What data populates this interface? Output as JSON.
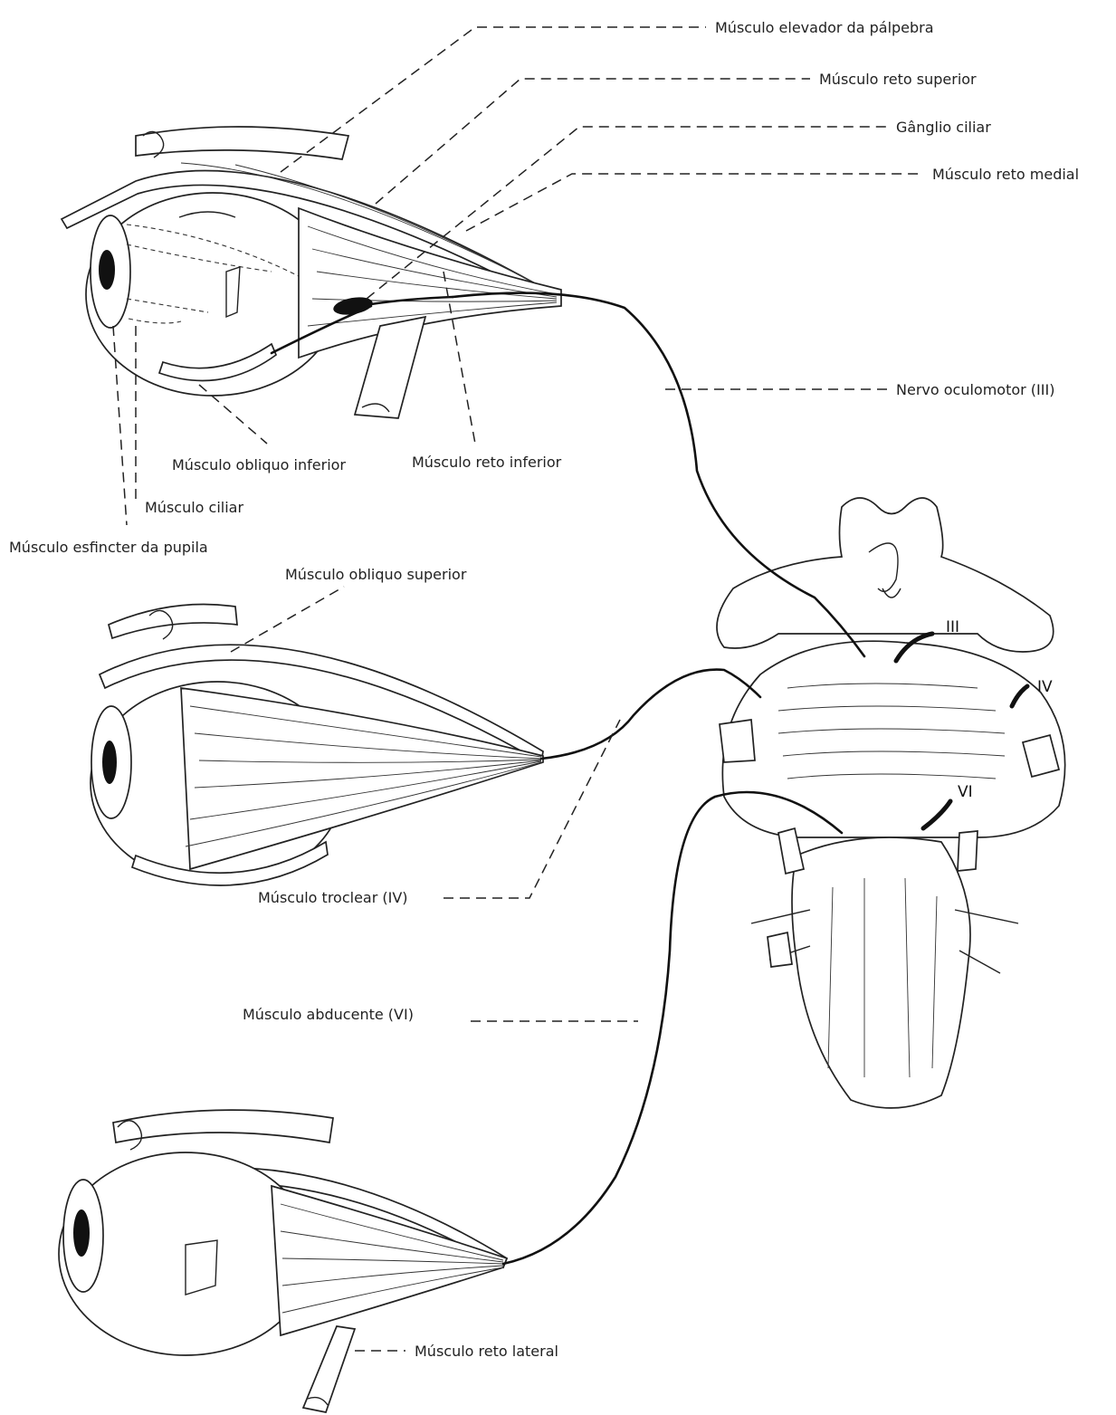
{
  "labels": {
    "elevador": "Músculo elevador da pálpebra",
    "reto_superior": "Músculo reto superior",
    "ganglio": "Gânglio ciliar",
    "reto_medial": "Músculo reto medial",
    "oculomotor": "Nervo oculomotor (III)",
    "obliquo_inferior": "Músculo obliquo inferior",
    "reto_inferior": "Músculo reto inferior",
    "ciliar": "Músculo ciliar",
    "esfincter": "Músculo esfincter da pupila",
    "obliquo_superior": "Músculo obliquo superior",
    "troclear": "Músculo troclear (IV)",
    "abducente": "Músculo abducente (VI)",
    "reto_lateral": "Músculo reto lateral"
  },
  "nerve_markers": {
    "III": "III",
    "IV": "IV",
    "VI": "VI"
  },
  "colors": {
    "ink": "#222222",
    "background": "#ffffff"
  }
}
